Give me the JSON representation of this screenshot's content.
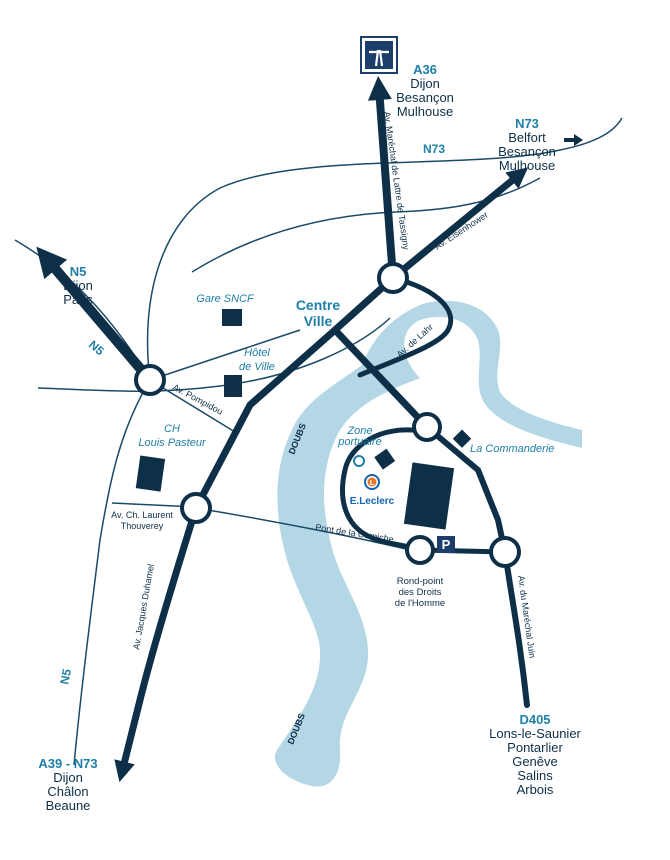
{
  "colors": {
    "road": "#0e2f48",
    "river": "#b4d7e6",
    "accent": "#1e7fa8",
    "thin_road": "#1b4a68",
    "leclerc_orange": "#e8762b",
    "leclerc_blue": "#1565b0"
  },
  "destinations": {
    "a36": {
      "code": "A36",
      "lines": [
        "Dijon",
        "Besançon",
        "Mulhouse"
      ]
    },
    "n73_east": {
      "code": "N73",
      "lines": [
        "Belfort",
        "Besançon",
        "Mulhouse"
      ]
    },
    "n5_nw": {
      "code": "N5",
      "lines": [
        "Dijon",
        "Paris"
      ]
    },
    "a39": {
      "code": "A39 - N73",
      "lines": [
        "Dijon",
        "Châlon",
        "Beaune"
      ]
    },
    "d405": {
      "code": "D405",
      "lines": [
        "Lons-le-Saunier",
        "Pontarlier",
        "Genêve",
        "Salins",
        "Arbois"
      ]
    }
  },
  "road_labels": {
    "n73": "N73",
    "n5_diag": "N5",
    "n5_west": "N5"
  },
  "streets": {
    "marechal_lattre": "Av. Maréchal de Lattre de Tassigny",
    "eisenhower": "Av. Eisenhower",
    "lahr": "Av. de Lahr",
    "pompidou": "Av. Pompidou",
    "laurent_thouverey": [
      "Av. Ch. Laurent",
      "Thouverey"
    ],
    "duhamel": "Av. Jacques Duhamel",
    "corniche": "Pont de la Corniche",
    "marechal_juin": "Av. du Maréchal Juin"
  },
  "places": {
    "gare": "Gare SNCF",
    "hotel": [
      "Hôtel",
      "de Ville"
    ],
    "ch": [
      "CH",
      "Louis Pasteur"
    ],
    "centre": [
      "Centre",
      "Ville"
    ],
    "zone": [
      "Zone",
      "portuaire"
    ],
    "commanderie": "La Commanderie",
    "leclerc": "E.Leclerc",
    "leclerc_logo": "L",
    "rond_point": [
      "Rond-point",
      "des Droits",
      "de l'Homme"
    ],
    "parking": "P"
  },
  "river": {
    "name_1": "DOUBS",
    "name_2": "DOUBS"
  }
}
